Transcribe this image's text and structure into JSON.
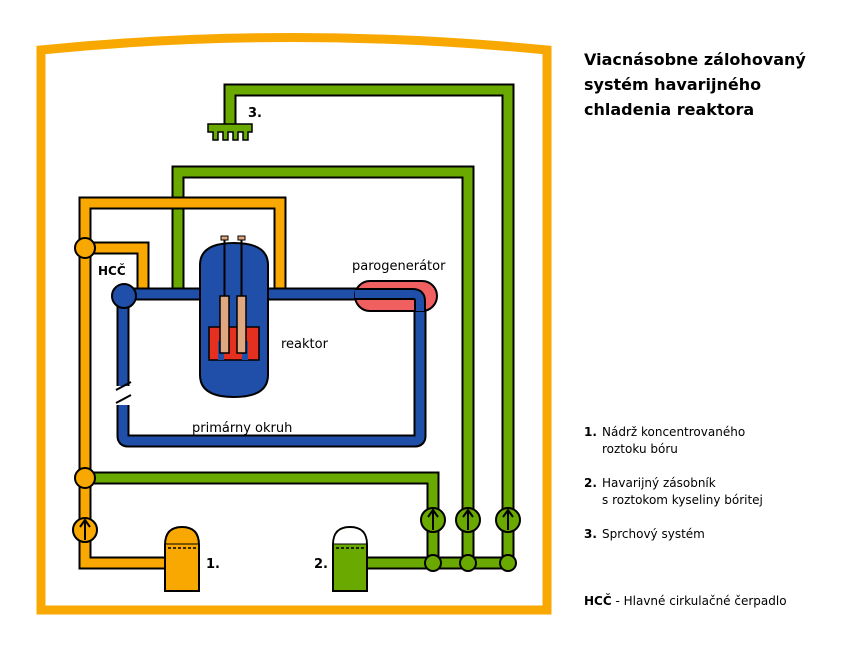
{
  "title_lines": [
    "Viacnásobne zálohovaný",
    "systém havarijného",
    "chladenia reaktora"
  ],
  "labels": {
    "hcc": "HCČ",
    "reaktor": "reaktor",
    "parogenerator": "parogenerátor",
    "primarny_okruh": "primárny okruh",
    "tank1": "1.",
    "tank2": "2.",
    "spray3": "3."
  },
  "legend": [
    {
      "num": "1.",
      "lines": [
        "Nádrž koncentrovaného",
        "roztoku bóru"
      ]
    },
    {
      "num": "2.",
      "lines": [
        "Havarijný zásobník",
        "s roztokom kyseliny bóritej"
      ]
    },
    {
      "num": "3.",
      "lines": [
        "Sprchový systém"
      ]
    }
  ],
  "hcc_note": {
    "abbr": "HCČ",
    "text": " - Hlavné cirkulačné čerpadlo"
  },
  "colors": {
    "containment": "#f8a800",
    "boron_loop": "#f8a800",
    "emergency_loop": "#6aaa00",
    "primary_loop": "#1f4fa8",
    "steam_generator": "#f06060",
    "core": "#e53020",
    "rods": "#e0a880"
  }
}
